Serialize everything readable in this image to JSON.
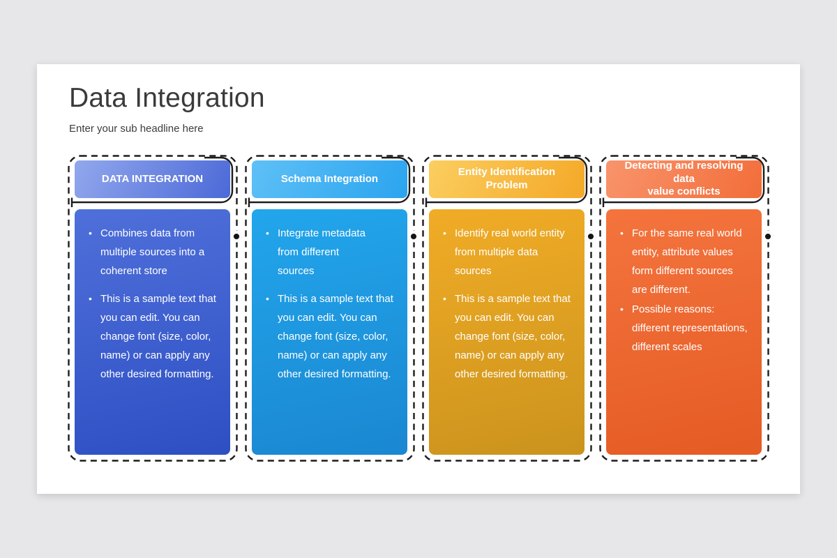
{
  "page": {
    "background_color": "#e7e6e9",
    "slide_color": "#ffffff",
    "dash_color": "#1c1c1c",
    "dot_color": "#141414"
  },
  "header": {
    "title": "Data Integration",
    "subtitle": "Enter your sub headline here"
  },
  "columns": [
    {
      "title": "DATA INTEGRATION",
      "bullets": [
        "Combines data from\nmultiple sources into a\ncoherent store",
        "This is a sample text that\nyou can edit. You can\nchange font (size, color,\nname) or can apply any\nother desired formatting."
      ],
      "colors": {
        "header_from": "#92a8ed",
        "header_to": "#4b69d7",
        "body_from": "#4f70da",
        "body_to": "#2e4fc3"
      }
    },
    {
      "title": "Schema Integration",
      "bullets": [
        "Integrate metadata\nfrom different\nsources",
        "This is a sample text that\nyou can edit. You can\nchange font (size, color,\nname) or can apply any\nother desired formatting."
      ],
      "colors": {
        "header_from": "#5fc0f6",
        "header_to": "#2aa4ef",
        "body_from": "#22a6ec",
        "body_to": "#1a87d1"
      }
    },
    {
      "title": "Entity Identification\nProblem",
      "bullets": [
        "Identify real world entity\nfrom multiple data\nsources",
        "This is a sample text that\nyou can edit. You can\nchange font (size, color,\nname) or can apply any\nother desired formatting."
      ],
      "colors": {
        "header_from": "#fbce60",
        "header_to": "#f4a827",
        "body_from": "#f1ac26",
        "body_to": "#cb931d"
      }
    },
    {
      "title": "Detecting and resolving data\nvalue conflicts",
      "bullets": [
        "For the same real world\nentity, attribute values\nform different sources\nare different.",
        "Possible reasons:\ndifferent representations,\ndifferent scales"
      ],
      "colors": {
        "header_from": "#f9946c",
        "header_to": "#f26d39",
        "body_from": "#f4743e",
        "body_to": "#e55b24"
      }
    }
  ]
}
